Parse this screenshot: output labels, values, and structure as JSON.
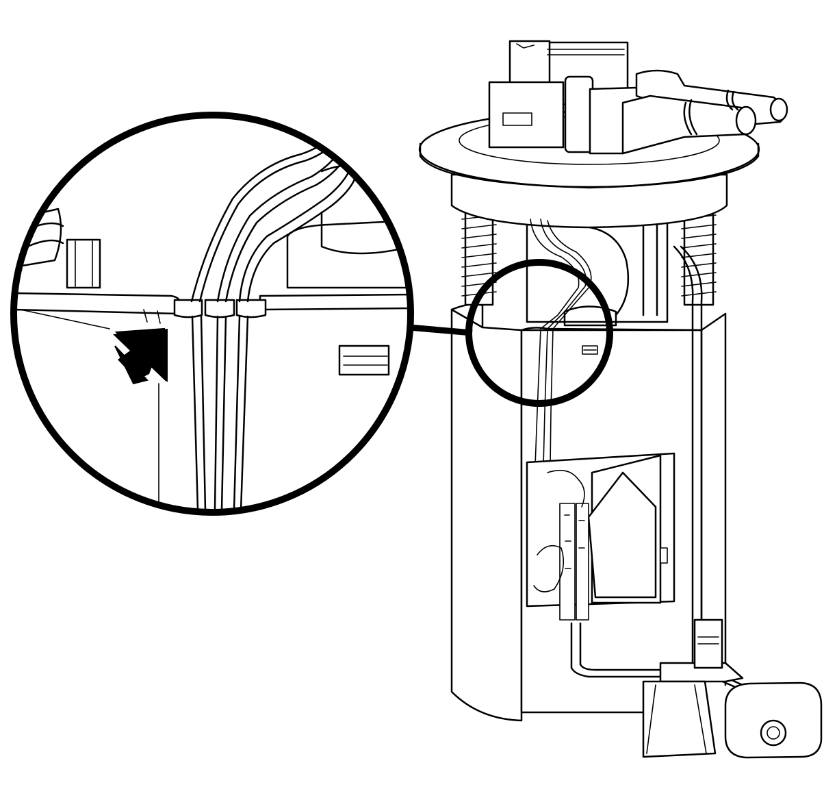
{
  "figure": {
    "background": "#ffffff",
    "stroke_color": "#000000",
    "components": [
      "detail-magnifier-circle",
      "callout-arrow",
      "fuel-pump-module",
      "wiring-harness",
      "retaining-clips",
      "flange-cover",
      "guide-springs",
      "reservoir-body",
      "fuel-level-sensor",
      "float-arm",
      "float"
    ]
  }
}
